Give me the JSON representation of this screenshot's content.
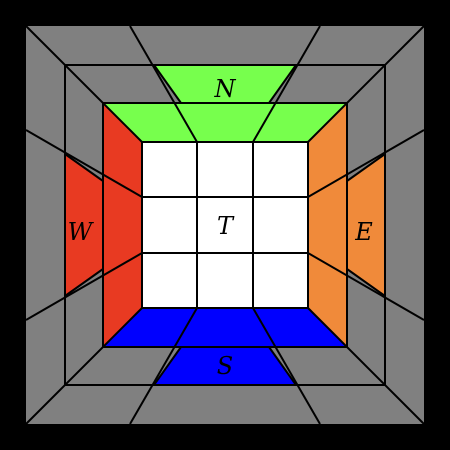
{
  "faces": {
    "top": {
      "label": "T",
      "color": "#ffffff"
    },
    "north": {
      "label": "N",
      "color": "#77ff4d"
    },
    "south": {
      "label": "S",
      "color": "#0000ff"
    },
    "west": {
      "label": "W",
      "color": "#e83a22"
    },
    "east": {
      "label": "E",
      "color": "#f08a3a"
    }
  },
  "colors": {
    "frame": "#000000",
    "gray": "#808080",
    "line": "#000000"
  }
}
